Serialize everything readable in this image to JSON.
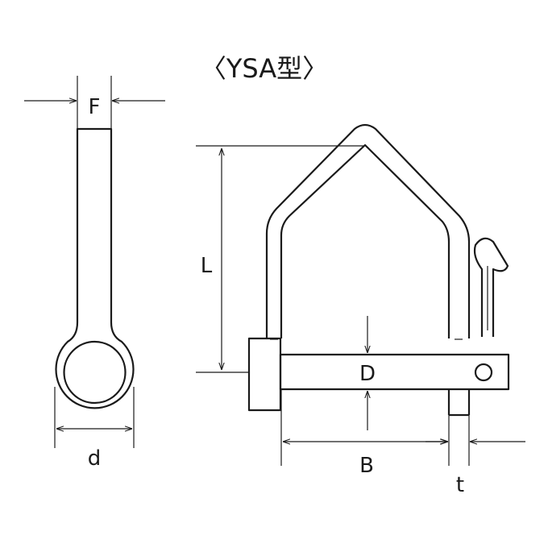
{
  "title": "〈YSA型〉",
  "labels": {
    "F": "F",
    "d": "d",
    "L": "L",
    "D": "D",
    "B": "B",
    "t": "t"
  },
  "colors": {
    "ink": "#1a1a1a",
    "background": "#ffffff"
  }
}
